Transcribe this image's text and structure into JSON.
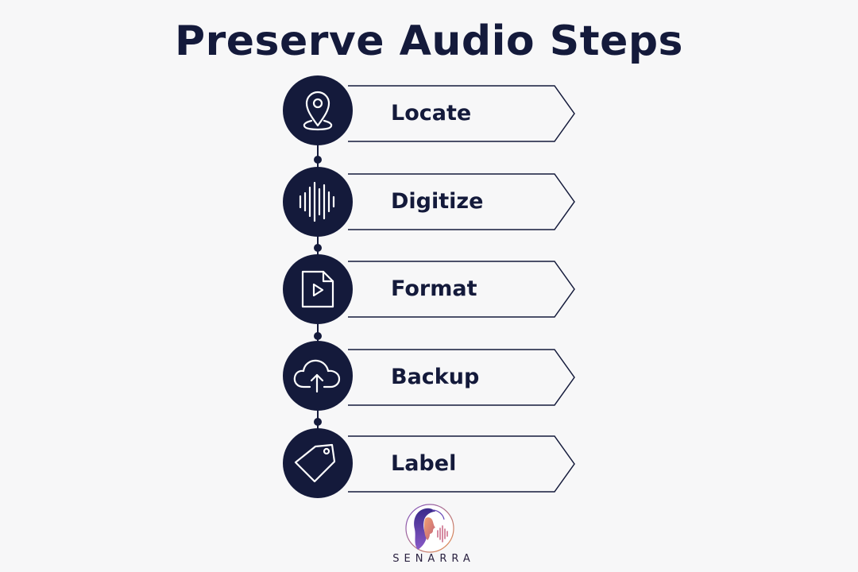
{
  "title": "Preserve Audio Steps",
  "steps": [
    {
      "label": "Locate",
      "icon": "location-pin-icon"
    },
    {
      "label": "Digitize",
      "icon": "sound-wave-icon"
    },
    {
      "label": "Format",
      "icon": "video-file-icon"
    },
    {
      "label": "Backup",
      "icon": "cloud-upload-icon"
    },
    {
      "label": "Label",
      "icon": "tag-icon"
    }
  ],
  "brand": {
    "name": "SENARRA",
    "logo_icon": "woman-profile-soundwave-logo"
  },
  "colors": {
    "navy": "#141a3b",
    "background": "#f7f7f8",
    "logo_purple": "#5b3fa0",
    "logo_orange": "#e8914a"
  }
}
